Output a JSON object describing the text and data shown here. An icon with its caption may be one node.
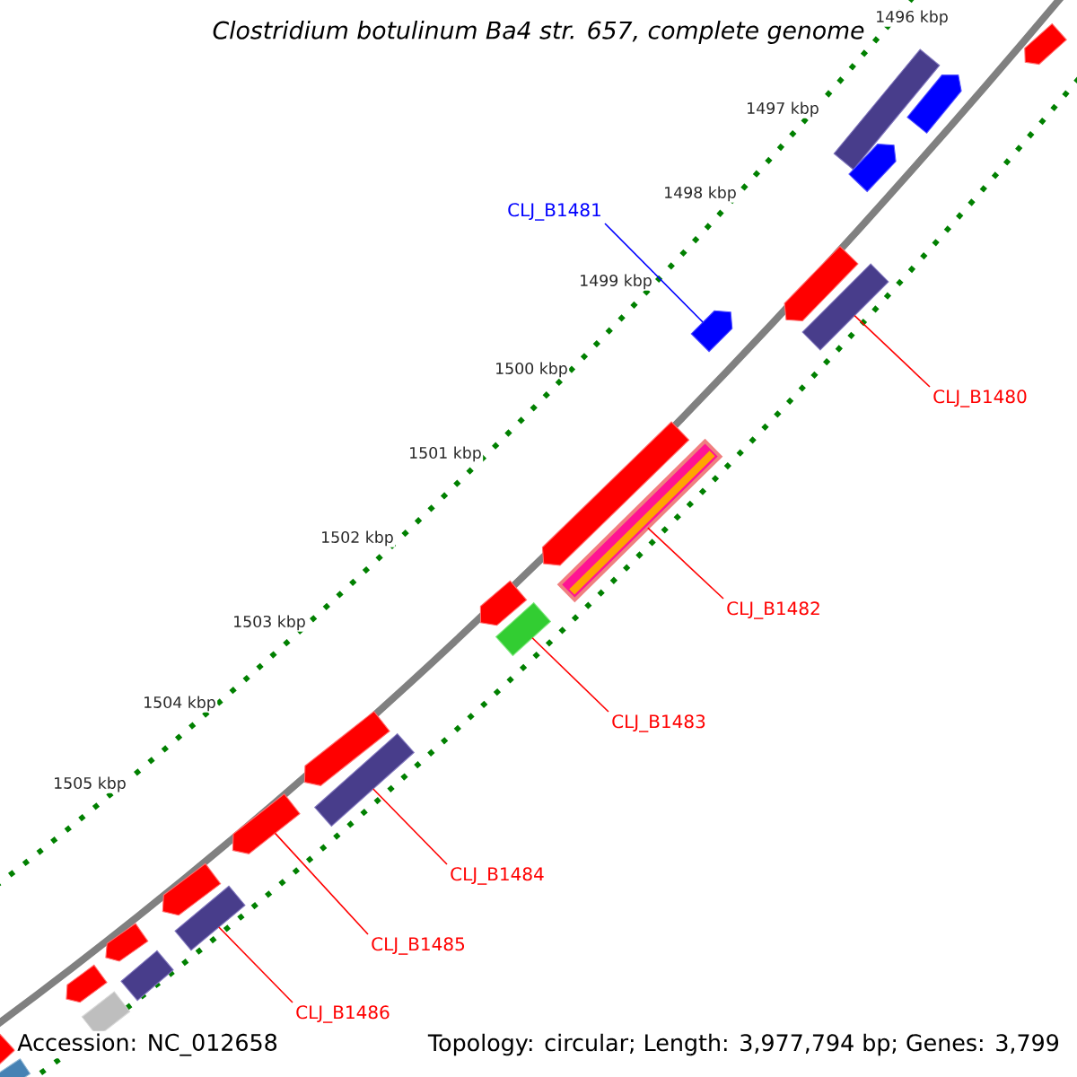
{
  "diagram": {
    "title": "Clostridium botulinum Ba4 str. 657, complete genome",
    "nodes": [
      {
        "text": [
          "CLJ_B1481"
        ]
      },
      {
        "text": [
          "CLJ_B1480"
        ]
      },
      {
        "text": [
          "CLJ_B1482"
        ]
      },
      {
        "text": [
          "CLJ_B1483"
        ]
      },
      {
        "text": [
          "CLJ_B1484"
        ]
      },
      {
        "text": [
          "CLJ_B1485"
        ]
      },
      {
        "text": [
          "CLJ_B1486"
        ]
      },
      {
        "text": [],
        "shape": "arrow"
      },
      {
        "text": [],
        "shape": "arrow"
      },
      {
        "text": [],
        "shape": "bar"
      },
      {
        "text": [],
        "shape": "arrow"
      },
      {
        "text": [],
        "shape": "arrow"
      },
      {
        "text": [],
        "shape": "bar"
      },
      {
        "text": [],
        "shape": "arrow"
      },
      {
        "text": [],
        "shape": "arrow"
      },
      {
        "text": [],
        "shape": "bar"
      },
      {
        "text": [],
        "shape": "arrow"
      },
      {
        "text": [],
        "shape": "bar"
      },
      {
        "text": [],
        "shape": "arrow"
      },
      {
        "text": [],
        "shape": "bar"
      },
      {
        "text": [],
        "shape": "arrow"
      },
      {
        "text": [],
        "shape": "arrow"
      },
      {
        "text": [],
        "shape": "bar"
      },
      {
        "text": [],
        "shape": "arrow"
      },
      {
        "text": [],
        "shape": "bar"
      },
      {
        "text": [],
        "shape": "arrow"
      },
      {
        "text": [],
        "shape": "bar"
      },
      {
        "text": [],
        "shape": "arrow"
      },
      {
        "text": [],
        "shape": "bar"
      }
    ],
    "edges": [
      {
        "from": 0,
        "to": 13,
        "arrow": "none",
        "color": "#0000ff"
      },
      {
        "from": 1,
        "to": 12,
        "arrow": "none"
      },
      {
        "from": 2,
        "to": 15,
        "arrow": "none"
      },
      {
        "from": 3,
        "to": 17,
        "arrow": "none"
      },
      {
        "from": 4,
        "to": 19,
        "arrow": "none"
      },
      {
        "from": 5,
        "to": 20,
        "arrow": "none"
      },
      {
        "from": 6,
        "to": 22,
        "arrow": "none"
      }
    ],
    "labels": [
      "1496 kbp",
      "1497 kbp",
      "1498 kbp",
      "1499 kbp",
      "1500 kbp",
      "1501 kbp",
      "1502 kbp",
      "1503 kbp",
      "1504 kbp",
      "1505 kbp",
      "Accession: NC_012658",
      "Topology: circular; Length: 3,977,794 bp; Genes: 3,799"
    ]
  }
}
